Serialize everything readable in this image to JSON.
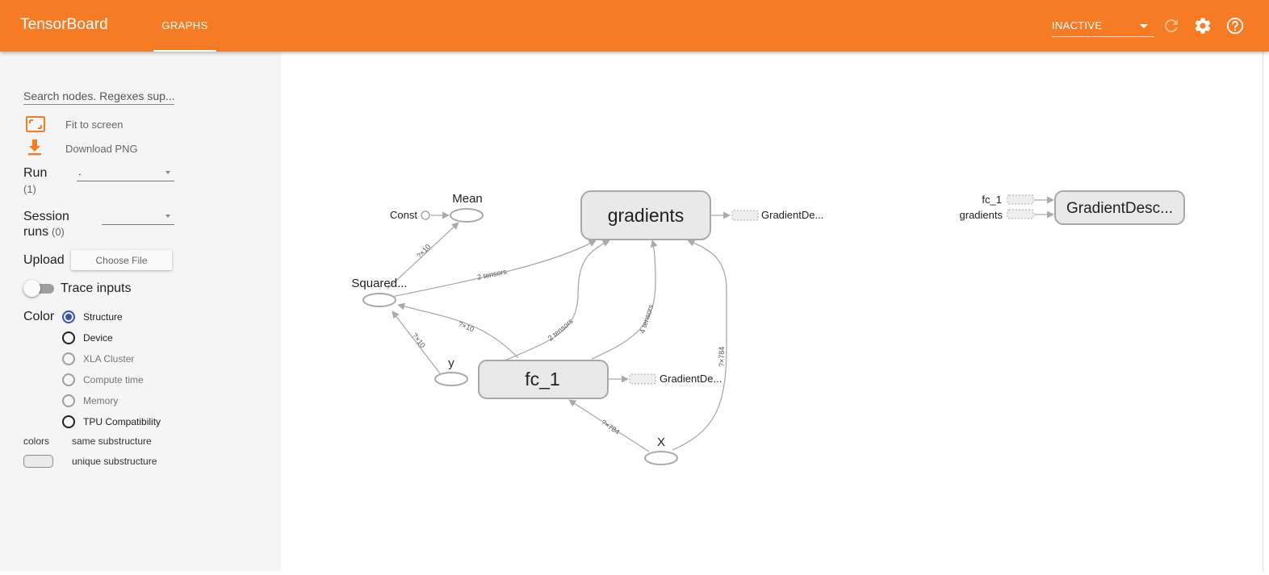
{
  "header": {
    "brand": "TensorBoard",
    "tabs": [
      {
        "label": "GRAPHS",
        "active": true
      }
    ],
    "status_select": {
      "value": "INACTIVE"
    },
    "icons": [
      "refresh-icon",
      "settings-gear-icon",
      "help-icon"
    ],
    "accent_color": "#f57c24"
  },
  "sidebar": {
    "search": {
      "placeholder": "Search nodes. Regexes sup..."
    },
    "actions": {
      "fit": "Fit to screen",
      "download": "Download PNG"
    },
    "run": {
      "label": "Run",
      "count": "(1)",
      "value": "."
    },
    "session": {
      "label_line1": "Session",
      "label_line2": "runs",
      "count": "(0)",
      "value": ""
    },
    "upload": {
      "label": "Upload",
      "button": "Choose File"
    },
    "trace": {
      "label": "Trace inputs",
      "enabled": false
    },
    "color": {
      "label": "Color",
      "options": [
        {
          "label": "Structure",
          "state": "checked"
        },
        {
          "label": "Device",
          "state": "normal"
        },
        {
          "label": "XLA Cluster",
          "state": "disabled"
        },
        {
          "label": "Compute time",
          "state": "disabled"
        },
        {
          "label": "Memory",
          "state": "disabled"
        },
        {
          "label": "TPU Compatibility",
          "state": "normal"
        }
      ]
    },
    "legend": {
      "colors": "colors",
      "same": "same substructure",
      "unique": "unique substructure"
    }
  },
  "graph": {
    "nodes": {
      "mean": "Mean",
      "const": "Const",
      "squared": "Squared...",
      "y": "y",
      "x": "X",
      "gradients": "gradients",
      "fc1": "fc_1",
      "gd_out1": "GradientDe...",
      "gd_out2": "GradientDe...",
      "gd_main": "GradientDesc...",
      "gd_in_fc1": "fc_1",
      "gd_in_gradients": "gradients"
    },
    "edges": {
      "squared_mean": "?×10",
      "squared_gradients": "2 tensors",
      "fc1_squared": "?×10",
      "y_squared": "?×10",
      "fc1_gradients_a": "2 tensors",
      "fc1_gradients_b": "4 tensors",
      "x_gradients": "?×784",
      "x_fc1": "?×784"
    }
  }
}
